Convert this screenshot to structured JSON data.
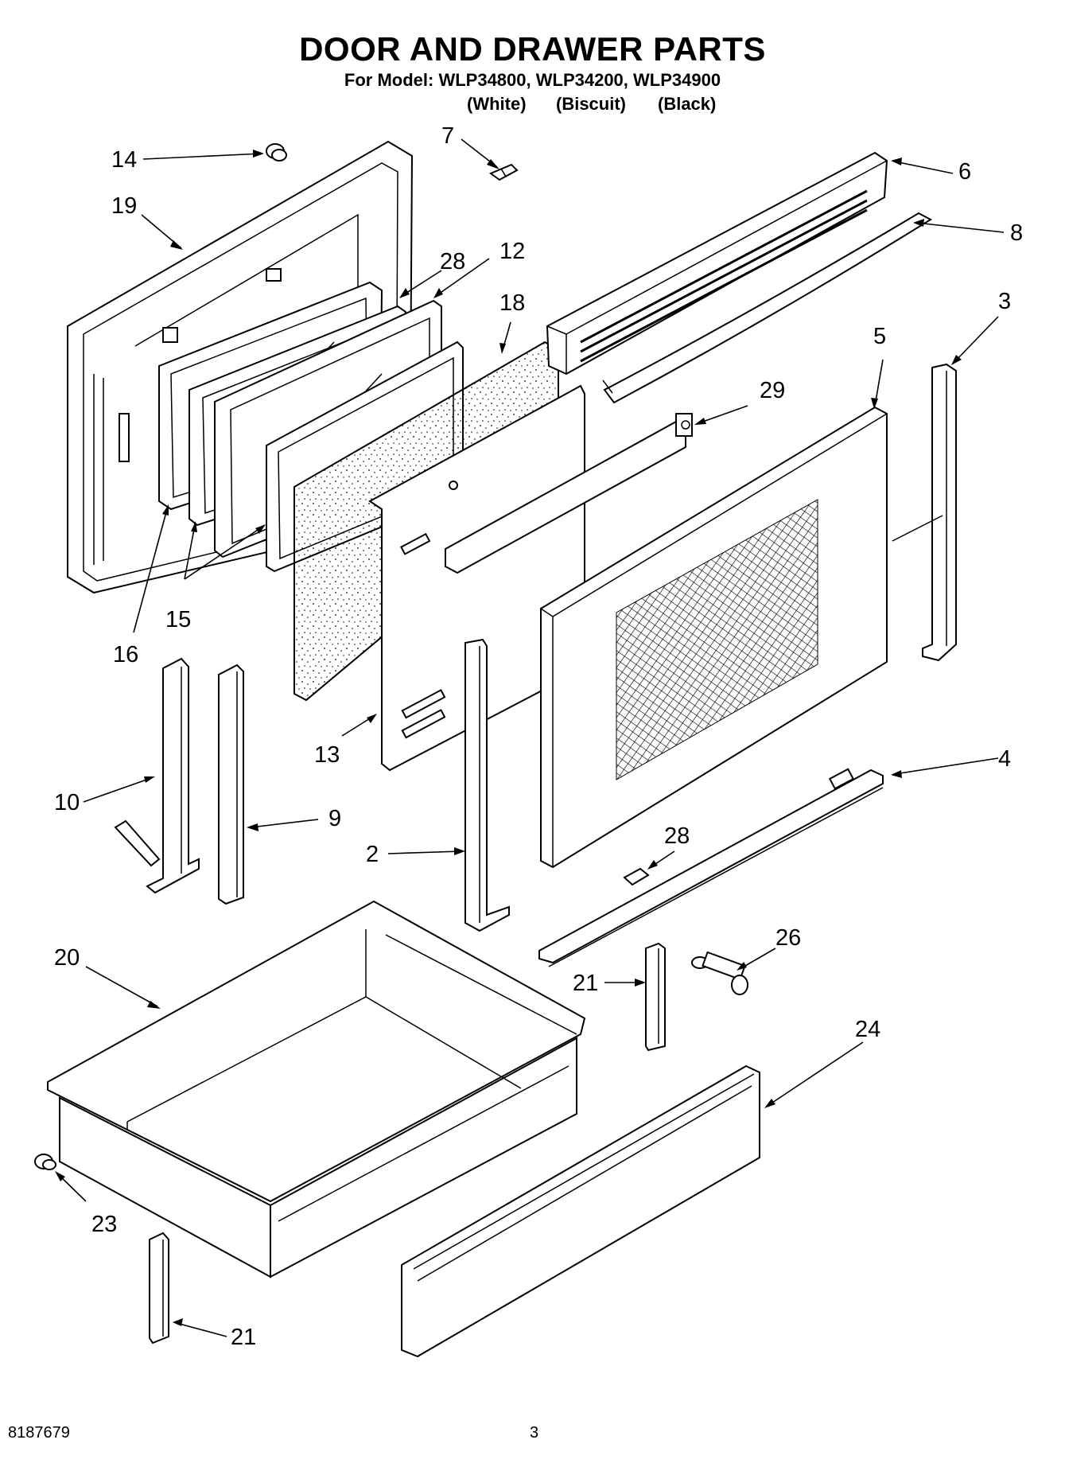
{
  "title": "DOOR AND DRAWER PARTS",
  "subtitle": "For Model: WLP34800, WLP34200, WLP34900",
  "variants": [
    "(White)",
    "(Biscuit)",
    "(Black)"
  ],
  "callouts": {
    "c14": "14",
    "c19": "19",
    "c7": "7",
    "c6": "6",
    "c8": "8",
    "c28a": "28",
    "c12": "12",
    "c18": "18",
    "c3": "3",
    "c5": "5",
    "c29": "29",
    "c15": "15",
    "c16": "16",
    "c10": "10",
    "c9": "9",
    "c13": "13",
    "c4": "4",
    "c2": "2",
    "c28b": "28",
    "c20": "20",
    "c26": "26",
    "c21a": "21",
    "c24": "24",
    "c23": "23",
    "c21b": "21"
  },
  "footer": {
    "doc_number": "8187679",
    "page_number": "3"
  }
}
